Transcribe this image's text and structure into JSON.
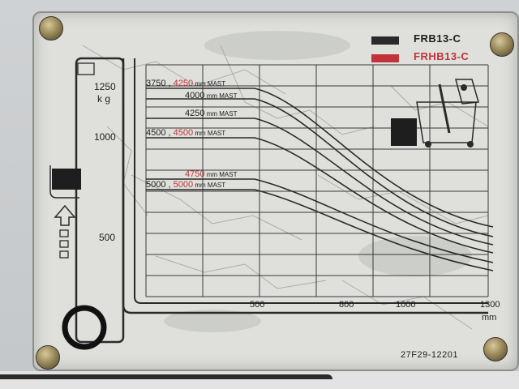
{
  "plate": {
    "models": [
      {
        "label": "FRB13-C",
        "color": "#2a2a2a"
      },
      {
        "label": "FRHB13-C",
        "color": "#c2323a"
      }
    ],
    "unit": "k g",
    "unit_x": "mm",
    "serial": "27F29-12201"
  },
  "chart_data": {
    "type": "line",
    "y_ticks": [
      1250,
      1000,
      500
    ],
    "x_ticks": [
      500,
      800,
      1000,
      1300
    ],
    "mast_labels": [
      {
        "id": "m1",
        "parts": [
          {
            "text": "3750",
            "color": "#1e1e1e"
          },
          {
            "text": " , ",
            "color": "#1e1e1e"
          },
          {
            "text": "4250",
            "color": "#c2323a"
          },
          {
            "text": " mm MAST",
            "color": "#1e1e1e"
          }
        ]
      },
      {
        "id": "m2",
        "parts": [
          {
            "text": "4000",
            "color": "#1e1e1e"
          },
          {
            "text": " mm MAST",
            "color": "#1e1e1e"
          }
        ]
      },
      {
        "id": "m3",
        "parts": [
          {
            "text": "4250",
            "color": "#1e1e1e"
          },
          {
            "text": " mm MAST",
            "color": "#1e1e1e"
          }
        ]
      },
      {
        "id": "m4",
        "parts": [
          {
            "text": "4500",
            "color": "#1e1e1e"
          },
          {
            "text": " , ",
            "color": "#1e1e1e"
          },
          {
            "text": "4500",
            "color": "#c2323a"
          },
          {
            "text": " mm MAST",
            "color": "#1e1e1e"
          }
        ]
      },
      {
        "id": "m5",
        "parts": [
          {
            "text": "4750",
            "color": "#c2323a"
          },
          {
            "text": " mm MAST",
            "color": "#1e1e1e"
          }
        ]
      },
      {
        "id": "m6",
        "parts": [
          {
            "text": "5000",
            "color": "#1e1e1e"
          },
          {
            "text": " , ",
            "color": "#1e1e1e"
          },
          {
            "text": "5000",
            "color": "#c2323a"
          },
          {
            "text": " mm MAST",
            "color": "#1e1e1e"
          }
        ]
      }
    ]
  }
}
